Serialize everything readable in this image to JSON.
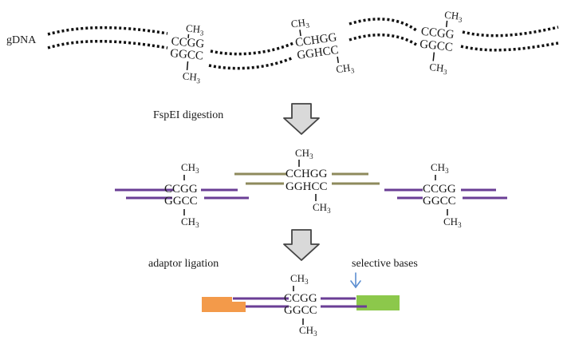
{
  "labels": {
    "gdna": "gDNA",
    "digestion": "FspEI digestion",
    "ligation": "adaptor ligation",
    "selective": "selective bases"
  },
  "sites": {
    "site1": {
      "top": "CCGG",
      "bottom": "GGCC",
      "methyl": "CH",
      "sub": "3"
    },
    "site2": {
      "top": "CCHGG",
      "bottom": "GGHCC",
      "methyl": "CH",
      "sub": "3"
    },
    "site3": {
      "top": "CCGG",
      "bottom": "GGCC",
      "methyl": "CH",
      "sub": "3"
    }
  },
  "colors": {
    "strand": "#111111",
    "purple": "#6a3e95",
    "olive": "#8e8a5c",
    "orange": "#f39a4a",
    "green": "#8cc84b",
    "arrow_fill": "#d9d9d9",
    "arrow_stroke": "#444444",
    "pointer": "#5b8ed1"
  }
}
